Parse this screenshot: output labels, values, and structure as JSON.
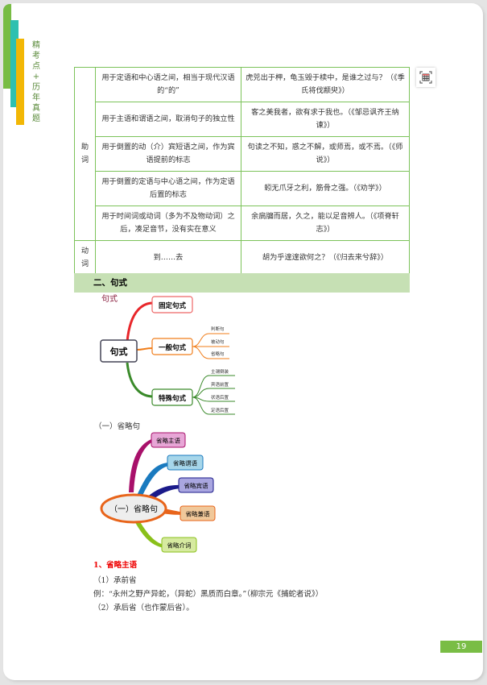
{
  "side_title": "精考点+历年真题",
  "table": {
    "groups": [
      {
        "type": "助词",
        "rows": [
          {
            "use": "用于定语和中心语之间，相当于现代汉语的“的”",
            "example": "虎兕出于柙，龟玉毁于椟中，是谁之过与？（《季氏将伐颛臾》）"
          },
          {
            "use": "用于主语和谓语之间，取消句子的独立性",
            "example": "客之美我者，欲有求于我也。（《邹忌讽齐王纳谏》）"
          },
          {
            "use": "用于倒置的动（介）宾短语之间，作为宾语提前的标志",
            "example": "句读之不知，惑之不解，或师焉，或不焉。（《师说》）"
          },
          {
            "use": "用于倒置的定语与中心语之间，作为定语后置的标志",
            "example": "蚓无爪牙之利，筋骨之强。（《劝学》）"
          },
          {
            "use": "用于时间词或动词（多为不及物动词）之后，凑足音节，没有实在意义",
            "example": "余扃牖而居，久之，能以足音辨人。（《项脊轩志》）"
          }
        ]
      },
      {
        "type": "动词",
        "rows": [
          {
            "use": "到……去",
            "example": "胡为乎遑遑欲何之？（《归去来兮辞》）"
          }
        ]
      }
    ]
  },
  "section_title": "二、句式",
  "mindmap1": {
    "label": "句式",
    "root": "句式",
    "branches": [
      {
        "label": "固定句式",
        "color": "#e8262a",
        "leaves": []
      },
      {
        "label": "一般句式",
        "color": "#f07d1a",
        "leaves": [
          "判断句",
          "被动句",
          "省略句"
        ]
      },
      {
        "label": "特殊句式",
        "color": "#3a8a2a",
        "leaves": [
          "主谓倒装",
          "宾语前置",
          "状语后置",
          "定语后置"
        ]
      }
    ]
  },
  "sub_heading": "（一）省略句",
  "mindmap2": {
    "root": "（一）省略句",
    "branches": [
      {
        "label": "省略主语",
        "color": "#a8106a",
        "fill": "#e7a6d6"
      },
      {
        "label": "省略谓语",
        "color": "#1a7abf",
        "fill": "#a6d6ea"
      },
      {
        "label": "省略宾语",
        "color": "#1a1a8a",
        "fill": "#a9a6e0"
      },
      {
        "label": "省略兼语",
        "color": "#e8641a",
        "fill": "#f0c89a"
      },
      {
        "label": "省略介词",
        "color": "#8ac01a",
        "fill": "#d6eaa0"
      }
    ]
  },
  "point_title": "1、省略主语",
  "lines": [
    "（1）承前省",
    "例：“永州之野产异蛇，（异蛇）黑质而白章。”（柳宗元《捕蛇者说》）",
    "（2）承后省（也作蒙后省）。"
  ],
  "page_number": "19"
}
